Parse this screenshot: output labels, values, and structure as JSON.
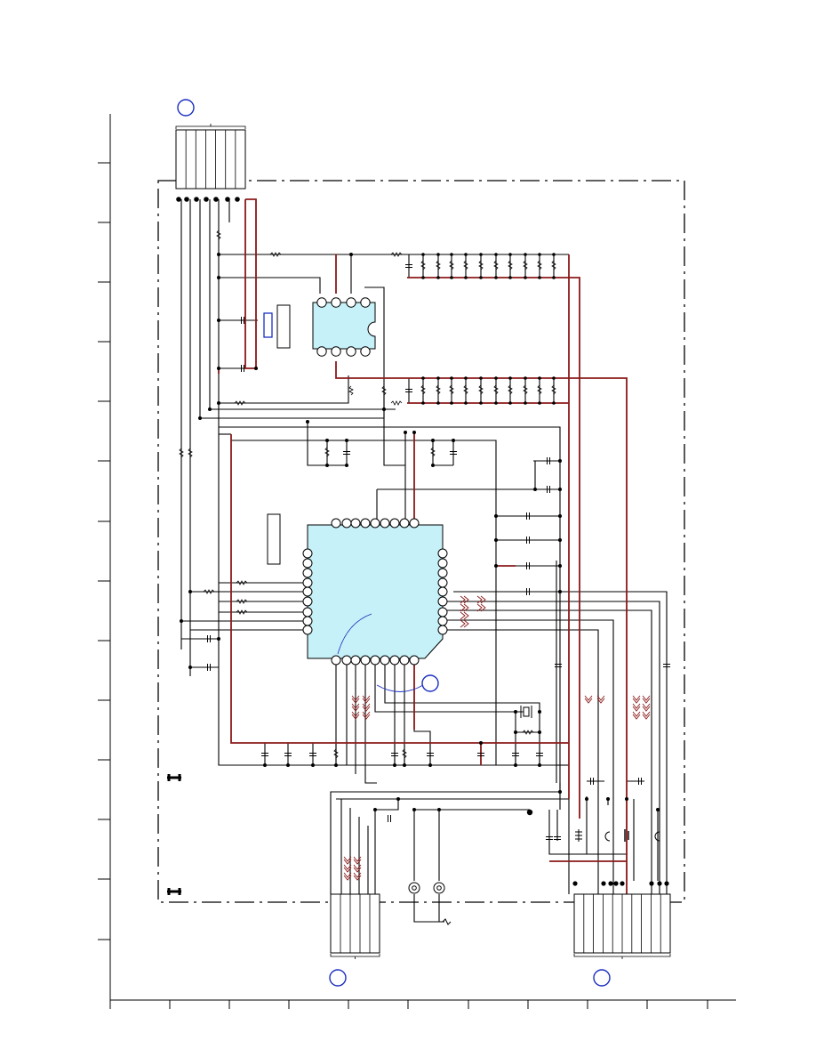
{
  "diagram": {
    "type": "electrical-schematic",
    "colors": {
      "line": "#000000",
      "signal": "#8b1a1a",
      "ic_fill": "#c6f1f8",
      "marker": "#1a2fbf",
      "label_box": "#1a2fbf"
    },
    "connectors": [
      {
        "position": "top",
        "pins": 7
      },
      {
        "position": "bottom-left",
        "pins": 5
      },
      {
        "position": "bottom-right",
        "pins": 10
      }
    ],
    "components": [
      {
        "kind": "ic-dip",
        "pins": 8,
        "icon": "dip-8-ic-icon"
      },
      {
        "kind": "ic-qfp",
        "pins_per_side": 9,
        "icon": "qfp-ic-icon"
      },
      {
        "kind": "crystal",
        "icon": "crystal-icon"
      },
      {
        "kind": "rca-jack",
        "count": 2,
        "icon": "rca-jack-icon"
      }
    ]
  }
}
